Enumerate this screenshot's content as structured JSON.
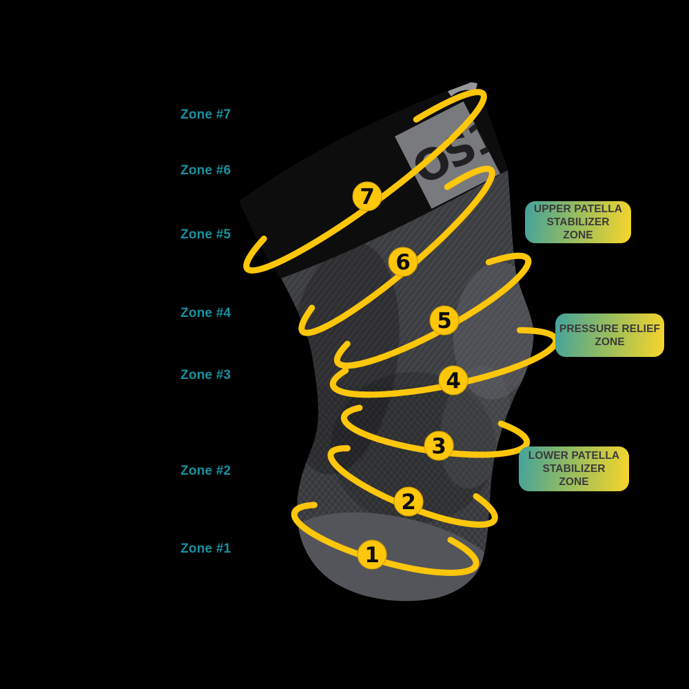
{
  "zones": [
    {
      "label": "Zone #7",
      "number": "7"
    },
    {
      "label": "Zone #6",
      "number": "6"
    },
    {
      "label": "Zone #5",
      "number": "5"
    },
    {
      "label": "Zone #4",
      "number": "4"
    },
    {
      "label": "Zone #3",
      "number": "3"
    },
    {
      "label": "Zone #2",
      "number": "2"
    },
    {
      "label": "Zone #1",
      "number": "1"
    }
  ],
  "callouts": [
    {
      "lines": [
        "UPPER PATELLA",
        "STABILIZER",
        "ZONE"
      ]
    },
    {
      "lines": [
        "PRESSURE RELIEF",
        "ZONE"
      ]
    },
    {
      "lines": [
        "LOWER PATELLA",
        "STABILIZER",
        "ZONE"
      ]
    }
  ],
  "logo_text": "OS1",
  "colors": {
    "background": "#000000",
    "band_yellow": "#ffc60a",
    "zone_label_teal": "#17929e",
    "badge_gradient_start": "#43a29d",
    "badge_gradient_mid": "#98bd5e",
    "badge_gradient_end": "#f8d52b",
    "badge_text": "#3a3a3a",
    "number_text": "#0d0d0d"
  }
}
